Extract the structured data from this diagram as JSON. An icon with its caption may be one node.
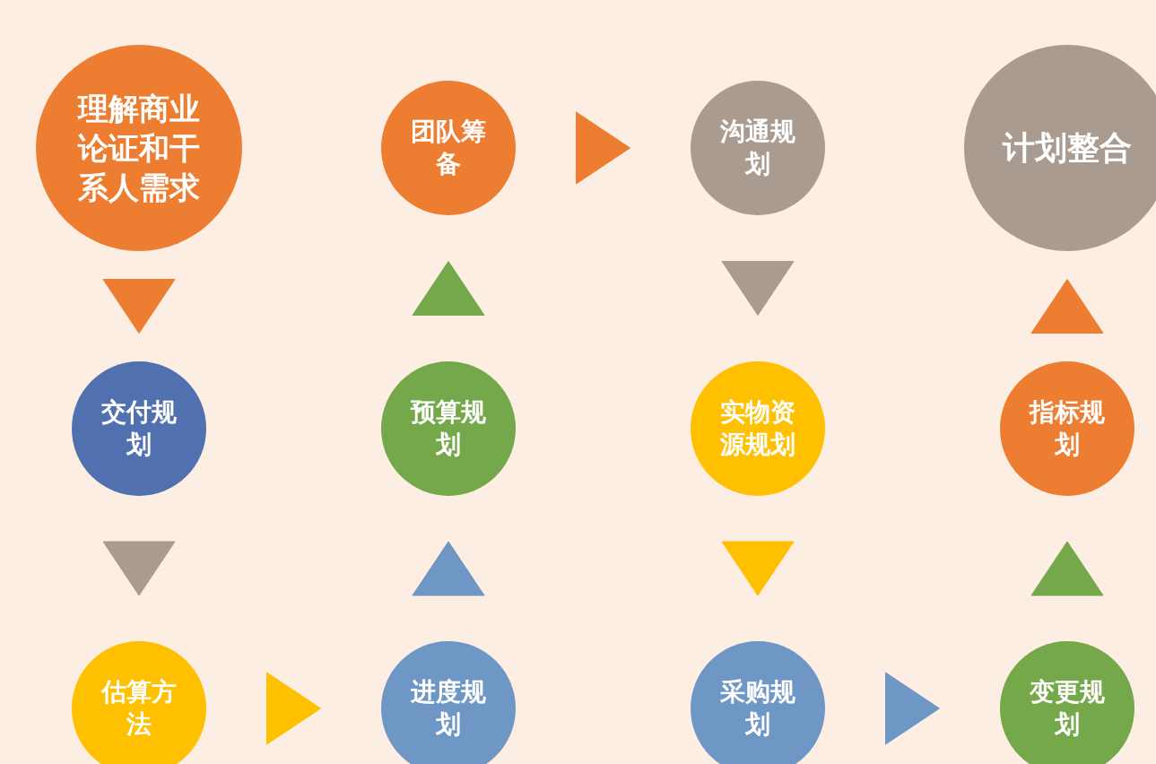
{
  "diagram": {
    "nodes": [
      {
        "text": [
          "理解商业论证和干系人需求"
        ]
      },
      {
        "text": [
          "团队筹备"
        ]
      },
      {
        "text": [
          "沟通规划"
        ]
      },
      {
        "text": [
          "计划整合"
        ]
      },
      {
        "text": [
          "交付规划"
        ]
      },
      {
        "text": [
          "预算规划"
        ]
      },
      {
        "text": [
          "实物资源规划"
        ]
      },
      {
        "text": [
          "指标规划"
        ]
      },
      {
        "text": [
          "估算方法"
        ]
      },
      {
        "text": [
          "进度规划"
        ]
      },
      {
        "text": [
          "采购规划"
        ]
      },
      {
        "text": [
          "变更规划"
        ]
      }
    ],
    "edges": [
      {
        "from": 0,
        "to": 4,
        "arrow": "to",
        "color": "#ed7d31"
      },
      {
        "from": 4,
        "to": 8,
        "arrow": "to",
        "color": "#aa9b90"
      },
      {
        "from": 8,
        "to": 9,
        "arrow": "to",
        "color": "#ffc000"
      },
      {
        "from": 9,
        "to": 5,
        "arrow": "to",
        "color": "#6f97c6"
      },
      {
        "from": 5,
        "to": 1,
        "arrow": "to",
        "color": "#74a84a"
      },
      {
        "from": 1,
        "to": 2,
        "arrow": "to",
        "color": "#ed7d31"
      },
      {
        "from": 2,
        "to": 6,
        "arrow": "to",
        "color": "#aa9b90"
      },
      {
        "from": 6,
        "to": 10,
        "arrow": "to",
        "color": "#ffc000"
      },
      {
        "from": 10,
        "to": 11,
        "arrow": "to",
        "color": "#6f97c6"
      },
      {
        "from": 11,
        "to": 7,
        "arrow": "to",
        "color": "#74a84a"
      },
      {
        "from": 7,
        "to": 3,
        "arrow": "to",
        "color": "#ed7d31"
      }
    ]
  }
}
